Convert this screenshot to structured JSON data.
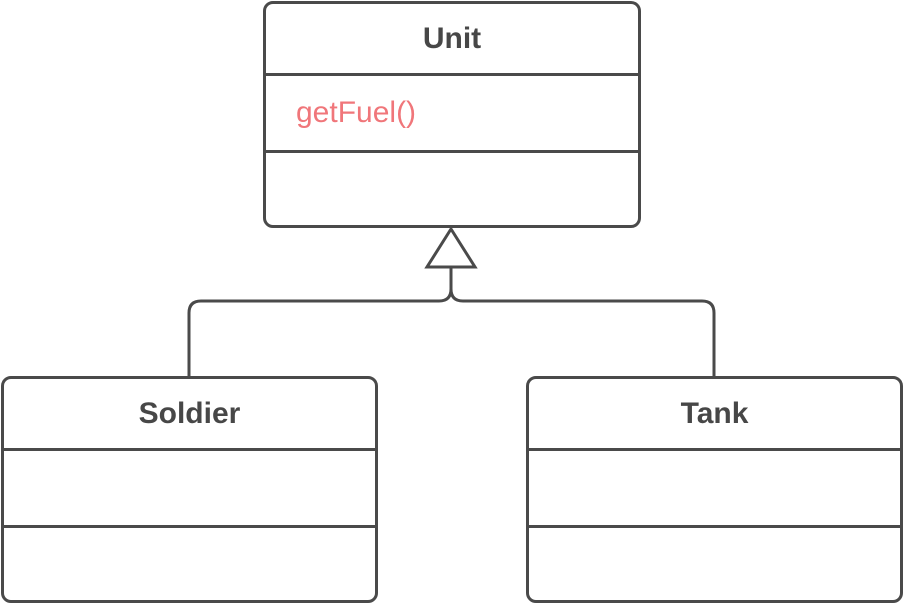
{
  "classes": {
    "unit": {
      "name": "Unit",
      "members": [
        "getFuel()"
      ]
    },
    "soldier": {
      "name": "Soldier"
    },
    "tank": {
      "name": "Tank"
    }
  },
  "colors": {
    "stroke": "#4a4a4a",
    "text": "#474747",
    "member_text": "#f0767a",
    "background": "#ffffff"
  },
  "relationships": [
    {
      "type": "generalization",
      "from": "Soldier",
      "to": "Unit"
    },
    {
      "type": "generalization",
      "from": "Tank",
      "to": "Unit"
    }
  ]
}
